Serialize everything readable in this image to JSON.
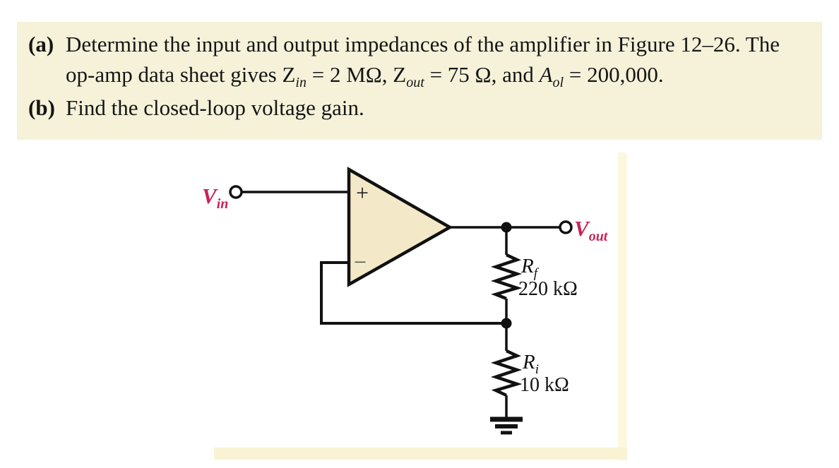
{
  "page": {
    "background": "#ffffff",
    "band_color": "#f5f2d9",
    "accent_red": "#c92355",
    "triangle_fill": "#f3e9c9",
    "line_color": "#111111"
  },
  "problem": {
    "a": {
      "label": "(a)",
      "line1": "Determine the input and output impedances of the amplifier in Figure 12–26. The",
      "line2": {
        "seg1": "op-amp data sheet gives Z",
        "sub1": "in",
        "seg2": " = 2 MΩ, Z",
        "sub2": "out",
        "seg3": " = 75 Ω, and ",
        "var_a": "A",
        "sub3": "ol",
        "seg4": " = 200,000."
      }
    },
    "b": {
      "label": "(b)",
      "text": "Find the closed-loop voltage gain."
    }
  },
  "circuit": {
    "input_label": {
      "main": "V",
      "sub": "in"
    },
    "output_label": {
      "main": "V",
      "sub": "out"
    },
    "opamp": {
      "plus": "+",
      "minus": "−"
    },
    "rf": {
      "name": "R",
      "sub": "f",
      "value": "220 kΩ"
    },
    "ri": {
      "name": "R",
      "sub": "i",
      "value": "10 kΩ"
    },
    "icons": {
      "input_terminal": "open-circle-terminal",
      "output_terminal": "open-circle-terminal",
      "ground": "earth-ground"
    }
  }
}
